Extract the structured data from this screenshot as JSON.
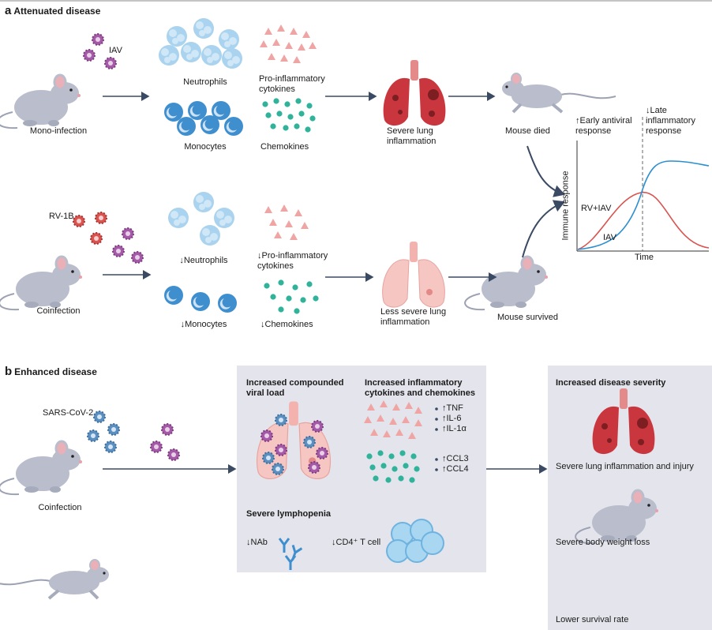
{
  "panel_a": {
    "letter": "a",
    "title": "Attenuated disease",
    "mono": {
      "virus_label": "IAV",
      "mouse_label": "Mono-infection",
      "neutrophils": "Neutrophils",
      "monocytes": "Monocytes",
      "cytokines": "Pro-inflammatory\ncytokines",
      "chemokines": "Chemokines",
      "lung": "Severe lung\ninflammation",
      "outcome": "Mouse died"
    },
    "co": {
      "virus_label": "RV-1B",
      "mouse_label": "Coinfection",
      "neutrophils": "↓Neutrophils",
      "monocytes": "↓Monocytes",
      "cytokines": "↓Pro-inflammatory\ncytokines",
      "chemokines": "↓Chemokines",
      "lung": "Less severe lung\ninflammation",
      "outcome": "Mouse survived"
    },
    "plot": {
      "early": "↑Early antiviral\nresponse",
      "late": "↓Late\ninflammatory\nresponse",
      "ylabel": "Immune response",
      "xlabel": "Time",
      "label_rv": "RV+IAV",
      "label_iav": "IAV",
      "color_rv": "#d9534f",
      "color_iav": "#2a8fd0"
    }
  },
  "panel_b": {
    "letter": "b",
    "title": "Enhanced disease",
    "virus_label": "SARS-CoV-2",
    "mouse_label": "Coinfection",
    "viral_load": "Increased compounded\nviral load",
    "inflam": "Increased inflammatory\ncytokines and chemokines",
    "cytokine_list": "↑TNF\n↑IL-6\n↑IL-1α",
    "chemokine_list": "↑CCL3\n↑CCL4",
    "lymphopenia": "Severe lymphopenia",
    "nab": "↓NAb",
    "cd4": "↓CD4⁺ T cell",
    "severity_title": "Increased disease severity",
    "sev1": "Severe lung inflammation and injury",
    "sev2": "Severe body weight loss",
    "sev3": "Lower survival rate"
  },
  "colors": {
    "panel_bg": "#e4e5ec",
    "arrow": "#3b4a63",
    "mouse": "#b9bdcc",
    "neutrophil": "#a9d3ee",
    "monocyte": "#3f8fcf",
    "cytokine": "#f0a5a5",
    "chemokine": "#2fb39b",
    "lung_severe": "#c9363e",
    "lung_mild": "#f6c6c3",
    "iav_virus": "#a45aa6",
    "rv_virus": "#d9534f",
    "sars_virus": "#5b8fbf"
  }
}
